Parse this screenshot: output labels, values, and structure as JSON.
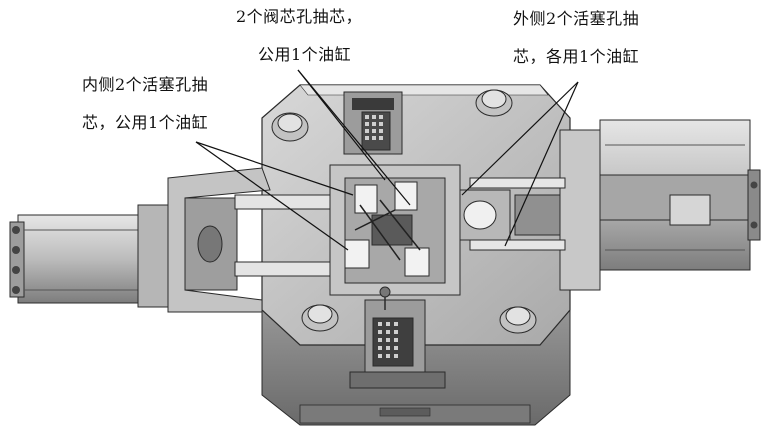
{
  "annotations": {
    "valve_core": {
      "line1": "2个阀芯孔抽芯，",
      "line2": "公用1个油缸"
    },
    "outer_piston": {
      "line1": "外侧2个活塞孔抽",
      "line2": "芯，各用1个油缸"
    },
    "inner_piston": {
      "line1": "内侧2个活塞孔抽",
      "line2": "芯，公用1个油缸"
    }
  },
  "colors": {
    "outline": "#2b2b2b",
    "metal_light": "#d4d4d4",
    "metal_mid": "#b4b4b4",
    "metal_dark": "#8c8c8c",
    "shadow": "#555555",
    "background": "#ffffff"
  }
}
